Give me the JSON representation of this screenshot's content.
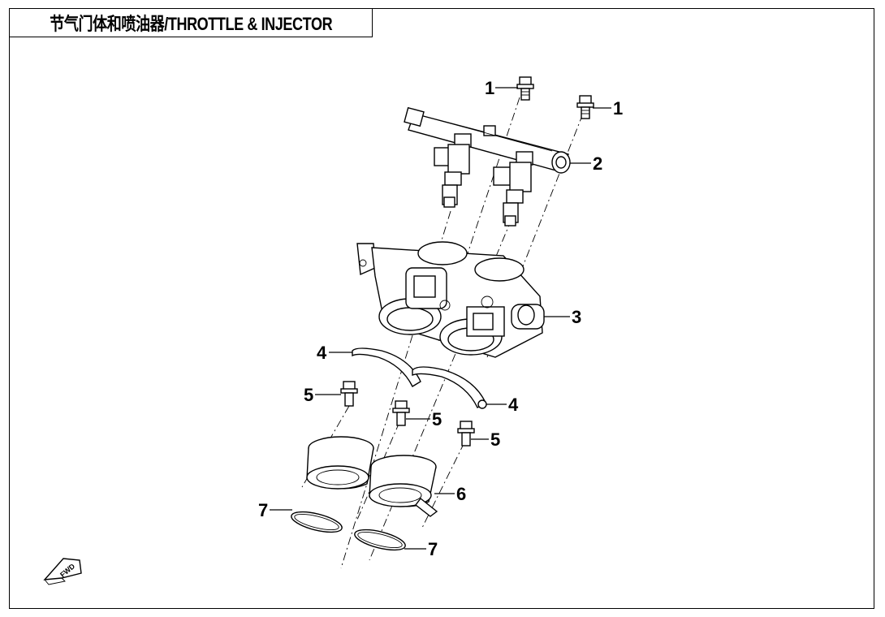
{
  "title": "节气门体和喷油器/THROTTLE & INJECTOR",
  "callouts": {
    "c1a": "1",
    "c1b": "1",
    "c2": "2",
    "c3": "3",
    "c4a": "4",
    "c4b": "4",
    "c5a": "5",
    "c5b": "5",
    "c5c": "5",
    "c6": "6",
    "c7a": "7",
    "c7b": "7"
  },
  "fwd_icon": {
    "icon": "fwd-arrow-icon",
    "label": "FWD"
  },
  "colors": {
    "line": "#000000",
    "background": "#ffffff"
  }
}
